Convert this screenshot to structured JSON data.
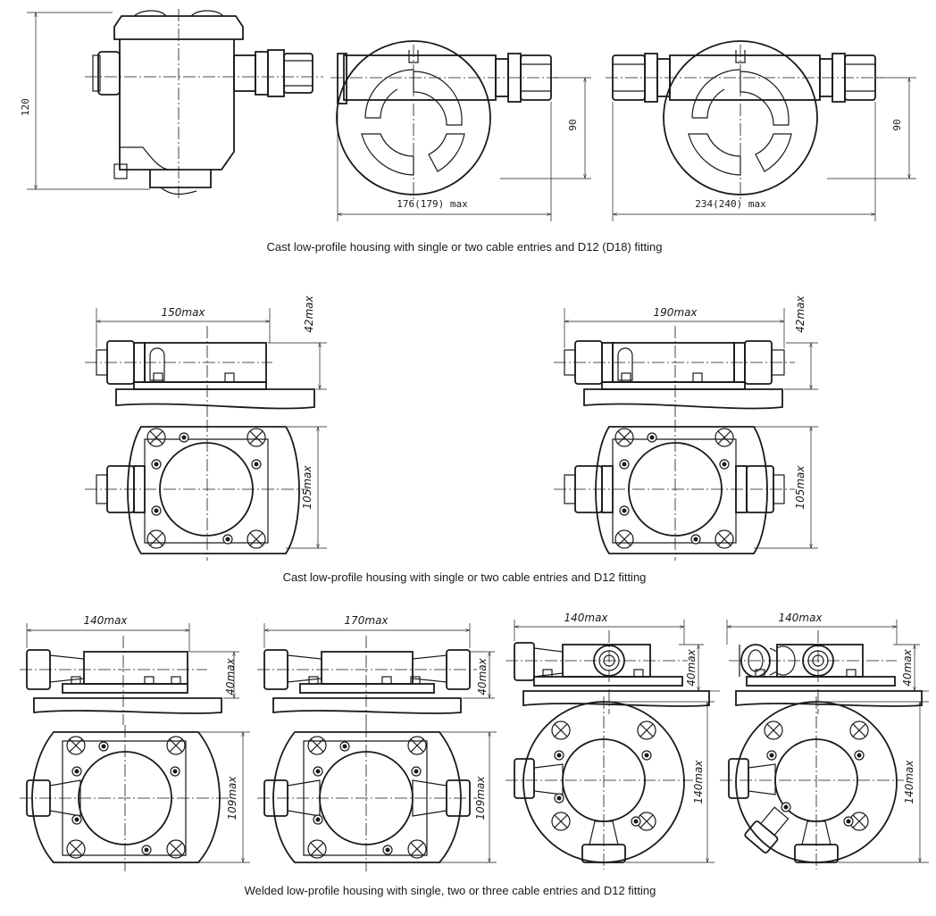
{
  "captions": {
    "row1": "Cast low-profile housing with single or two cable entries and D12 (D18) fitting",
    "row2": "Cast low-profile housing with single or two cable entries and D12 fitting",
    "row3": "Welded low-profile housing with single, two or three cable entries and D12 fitting"
  },
  "dimensions": {
    "r1_height": "120",
    "r1_v2_height": "90",
    "r1_v2_width": "176(179) max",
    "r1_v3_height": "90",
    "r1_v3_width": "234(240) max",
    "r2_l_width": "150max",
    "r2_l_height": "42max",
    "r2_l_plan": "105max",
    "r2_r_width": "190max",
    "r2_r_height": "42max",
    "r2_r_plan": "105max",
    "r3_a_width": "140max",
    "r3_a_height": "40max",
    "r3_a_plan": "109max",
    "r3_b_width": "170max",
    "r3_b_height": "40max",
    "r3_b_plan": "109max",
    "r3_c_width": "140max",
    "r3_c_height": "40max",
    "r3_c_plan": "140max",
    "r3_d_width": "140max",
    "r3_d_height": "40max",
    "r3_d_plan": "140max"
  }
}
